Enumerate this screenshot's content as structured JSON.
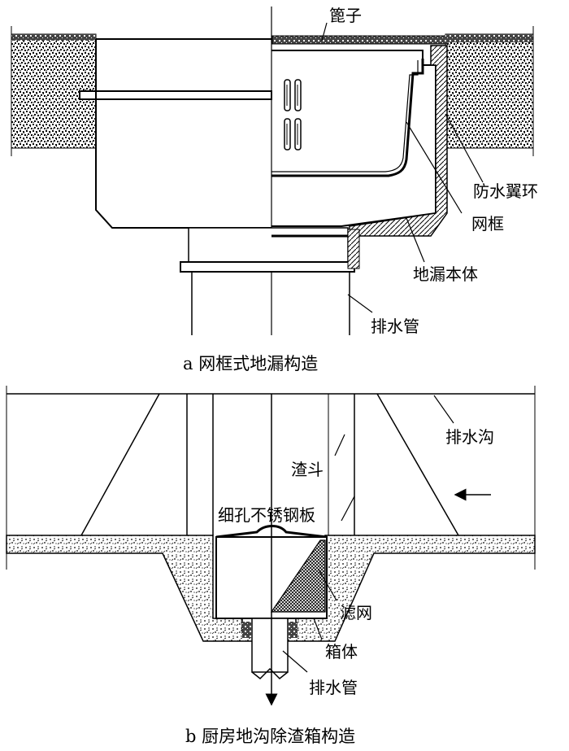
{
  "diagram_a": {
    "caption": "a 网框式地漏构造",
    "labels": {
      "grate": "篦子",
      "waterproof_flange": "防水翼环",
      "mesh_frame": "网框",
      "drain_body": "地漏本体",
      "drain_pipe": "排水管"
    }
  },
  "diagram_b": {
    "caption": "b 厨房地沟除渣箱构造",
    "labels": {
      "drain_trench": "排水沟",
      "slag_hopper": "渣斗",
      "perforated_plate": "细孔不锈钢板",
      "filter_screen": "滤网",
      "box_body": "箱体",
      "drain_pipe": "排水管"
    }
  },
  "colors": {
    "ink": "#000000",
    "paper": "#ffffff"
  }
}
